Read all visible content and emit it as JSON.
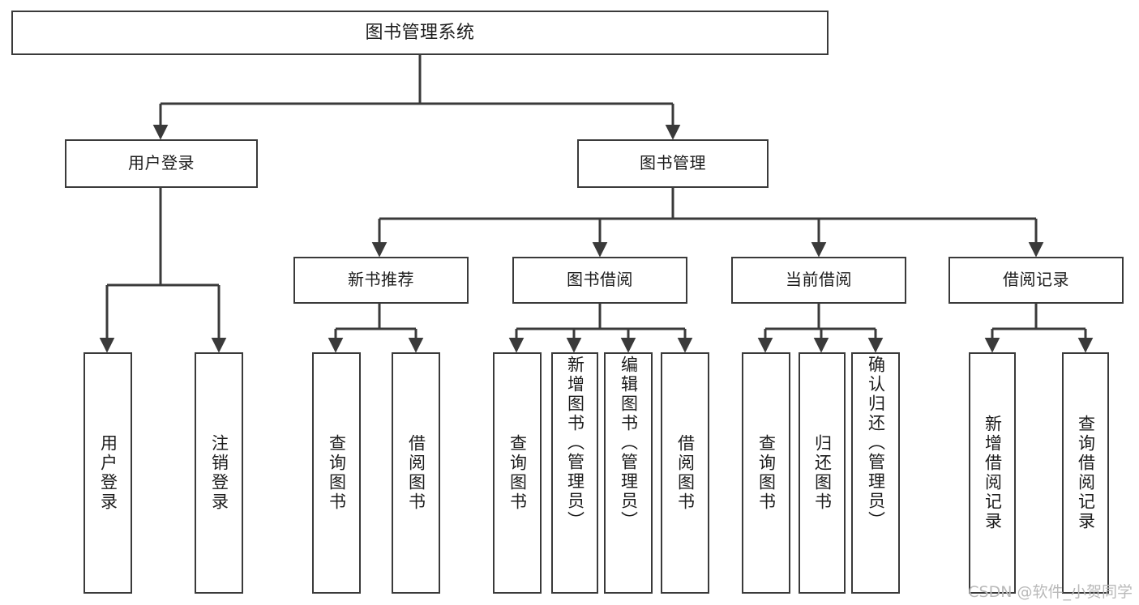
{
  "diagram": {
    "title": "图书管理系统",
    "type": "tree-hierarchy",
    "watermark": "CSDN @软件_小贺同学",
    "colors": {
      "stroke": "#3a3a3a",
      "fill": "#ffffff",
      "text": "#1c1c1c",
      "watermark": "#b9b9b9"
    },
    "root": {
      "id": "root",
      "label": "图书管理系统"
    },
    "level2": [
      {
        "id": "user-login",
        "label": "用户登录"
      },
      {
        "id": "book-manage",
        "label": "图书管理"
      }
    ],
    "level3": [
      {
        "id": "new-book-rec",
        "label": "新书推荐",
        "parent": "book-manage"
      },
      {
        "id": "book-borrow",
        "label": "图书借阅",
        "parent": "book-manage"
      },
      {
        "id": "current-borrow",
        "label": "当前借阅",
        "parent": "book-manage"
      },
      {
        "id": "borrow-record",
        "label": "借阅记录",
        "parent": "book-manage"
      }
    ],
    "leaves": [
      {
        "id": "leaf-user-login",
        "label": "用户登录",
        "parent": "user-login"
      },
      {
        "id": "leaf-logout",
        "label": "注销登录",
        "parent": "user-login"
      },
      {
        "id": "leaf-query-book-1",
        "label": "查询图书",
        "parent": "new-book-rec"
      },
      {
        "id": "leaf-borrow-book-1",
        "label": "借阅图书",
        "parent": "new-book-rec"
      },
      {
        "id": "leaf-query-book-2",
        "label": "查询图书",
        "parent": "book-borrow"
      },
      {
        "id": "leaf-add-book",
        "label": "新增图书（管理员）",
        "parent": "book-borrow"
      },
      {
        "id": "leaf-edit-book",
        "label": "编辑图书（管理员）",
        "parent": "book-borrow"
      },
      {
        "id": "leaf-borrow-book-2",
        "label": "借阅图书",
        "parent": "book-borrow"
      },
      {
        "id": "leaf-query-book-3",
        "label": "查询图书",
        "parent": "current-borrow"
      },
      {
        "id": "leaf-return-book",
        "label": "归还图书",
        "parent": "current-borrow"
      },
      {
        "id": "leaf-confirm-return",
        "label": "确认归还（管理员）",
        "parent": "current-borrow"
      },
      {
        "id": "leaf-add-record",
        "label": "新增借阅记录",
        "parent": "borrow-record"
      },
      {
        "id": "leaf-query-record",
        "label": "查询借阅记录",
        "parent": "borrow-record"
      }
    ]
  }
}
